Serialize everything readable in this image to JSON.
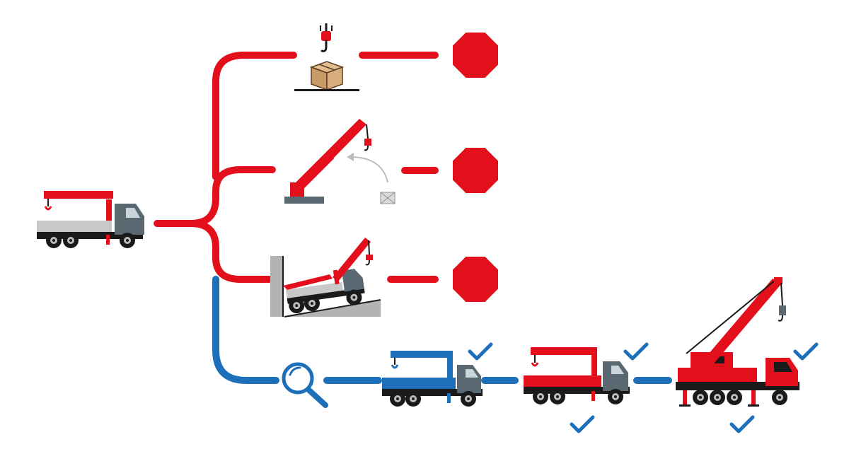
{
  "diagram": {
    "colors": {
      "danger": "#e3101b",
      "success": "#1c6fb8",
      "vehicle_dark": "#1a1a1a",
      "cab_gray": "#5a6872",
      "bed_gray": "#c8c8c8",
      "box_tan": "#d2a679",
      "wall_gray": "#9a9a9a",
      "background": "#ffffff"
    },
    "start": {
      "icon": "truck-mounted-crane-icon"
    },
    "failure_paths": [
      {
        "id": "overload",
        "hazard_icon": "suspended-load-icon",
        "outcome_icon": "stop-octagon-icon"
      },
      {
        "id": "overreach",
        "hazard_icon": "boom-overreach-icon",
        "outcome_icon": "stop-octagon-icon"
      },
      {
        "id": "slope",
        "hazard_icon": "tipping-on-slope-icon",
        "outcome_icon": "stop-octagon-icon"
      }
    ],
    "success_path": {
      "inspect_icon": "magnifier-icon",
      "steps": [
        {
          "id": "small-crane",
          "icon": "blue-truck-crane-icon",
          "checks": 1
        },
        {
          "id": "medium-crane",
          "icon": "red-truck-crane-icon",
          "checks": 2
        },
        {
          "id": "large-crane",
          "icon": "mobile-crane-icon",
          "checks": 2
        }
      ],
      "check_icon": "checkmark-icon"
    }
  }
}
